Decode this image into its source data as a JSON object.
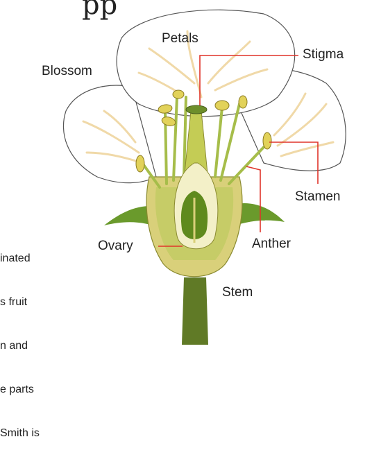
{
  "heading_fragment": "pp",
  "labels": {
    "petals": "Petals",
    "stigma": "Stigma",
    "blossom": "Blossom",
    "stamen": "Stamen",
    "ovary": "Ovary",
    "anther": "Anther",
    "stem": "Stem"
  },
  "body_fragments": [
    "inated",
    "s fruit",
    "n and",
    "e parts",
    "Smith is"
  ],
  "colors": {
    "leader_line": "#e0342a",
    "petal_fill": "#ffffff",
    "petal_vein": "#f0d9a8",
    "sepal": "#6a9a2c",
    "stem": "#607a26",
    "receptacle": "#d9d07a",
    "ovary": "#5f8a1d",
    "anther": "#e2d25a"
  }
}
